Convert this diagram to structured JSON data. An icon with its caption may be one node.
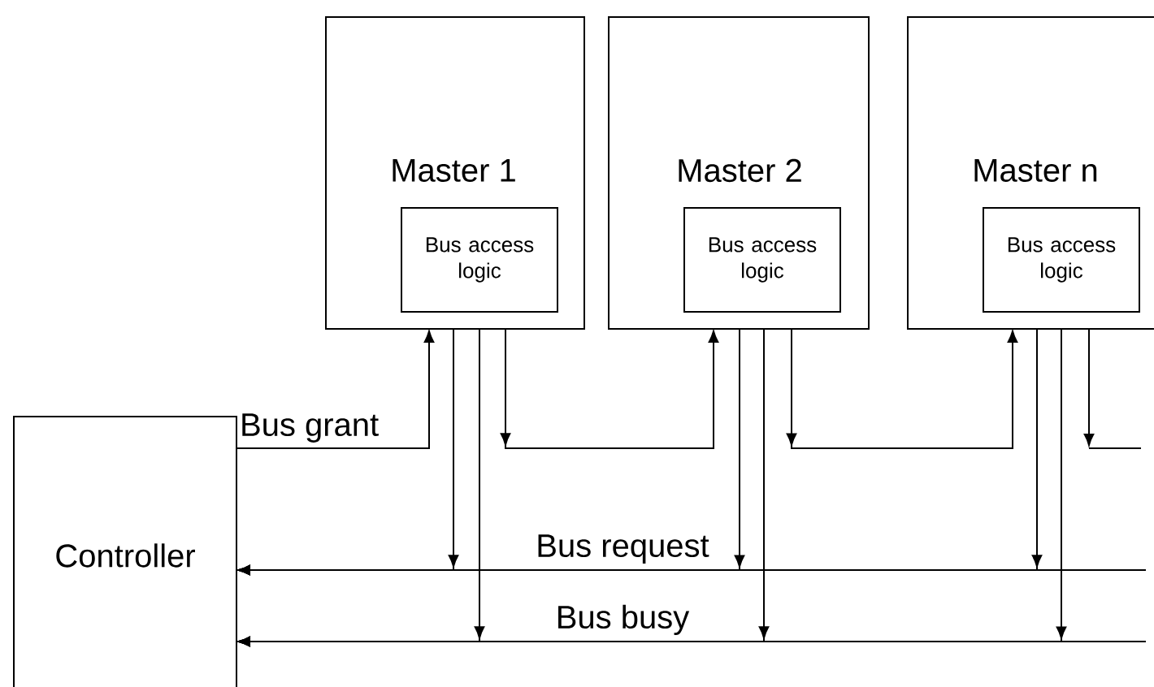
{
  "diagram": {
    "nodes": [
      {
        "text": [
          "Master 1"
        ]
      },
      {
        "text": [
          "Bus access logic"
        ],
        "in": 0
      },
      {
        "text": [
          "Master 2"
        ]
      },
      {
        "text": [
          "Bus access logic"
        ],
        "in": 2
      },
      {
        "text": [
          "Master n"
        ]
      },
      {
        "text": [
          "Bus access logic"
        ],
        "in": 4
      },
      {
        "text": [
          "Controller"
        ]
      }
    ],
    "edges": [
      {
        "from": 6,
        "to": 0,
        "arrow": "to",
        "label": "Bus grant"
      },
      {
        "from": 0,
        "to": 2,
        "arrow": "to"
      },
      {
        "from": 2,
        "to": 4,
        "arrow": "to"
      },
      {
        "from": 4,
        "to": null,
        "arrow": "to"
      },
      {
        "from": 0,
        "to": 6,
        "arrow": "to"
      },
      {
        "from": 2,
        "to": 6,
        "arrow": "to"
      },
      {
        "from": 4,
        "to": 6,
        "arrow": "to"
      },
      {
        "from": null,
        "to": 6,
        "arrow": "to",
        "label": "Bus request"
      },
      {
        "from": 0,
        "to": 6,
        "arrow": "to"
      },
      {
        "from": 2,
        "to": 6,
        "arrow": "to"
      },
      {
        "from": 4,
        "to": 6,
        "arrow": "to"
      },
      {
        "from": null,
        "to": 6,
        "arrow": "to",
        "label": "Bus busy"
      }
    ]
  }
}
